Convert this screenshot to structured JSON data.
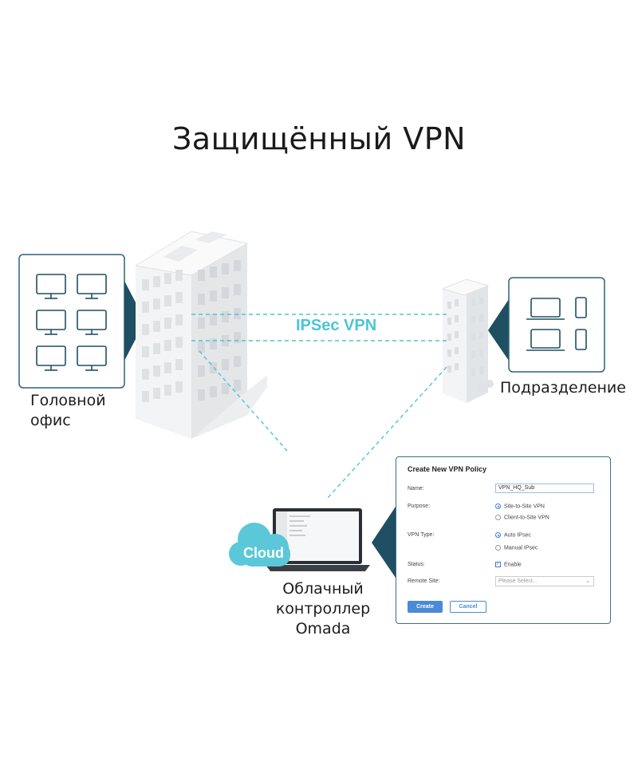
{
  "title": "Защищённый VPN",
  "labels": {
    "head_office_line1": "Головной",
    "head_office_line2": "офис",
    "branch": "Подразделение",
    "controller_line1": "Облачный",
    "controller_line2": "контроллер",
    "controller_line3": "Omada",
    "tunnel": "IPSec VPN",
    "cloud": "Cloud"
  },
  "icons": {
    "head_office_devices": "desktop-computer-icon x6",
    "branch_devices": [
      "laptop-icon",
      "smartphone-icon",
      "laptop-icon",
      "smartphone-icon"
    ]
  },
  "colors": {
    "accent": "#4cc4d8",
    "dark_teal": "#1f4f63",
    "frame": "#2f6278",
    "building": "#f1f2f3"
  },
  "vpn_form": {
    "title": "Create New VPN Policy",
    "name_label": "Name:",
    "name_value": "VPN_HQ_Sub",
    "purpose_label": "Purpose:",
    "purpose_options": [
      "Site-to-Site VPN",
      "Client-to-Site VPN"
    ],
    "purpose_selected": "Site-to-Site VPN",
    "type_label": "VPN Type:",
    "type_options": [
      "Auto IPsec",
      "Manual IPsec"
    ],
    "type_selected": "Auto IPsec",
    "status_label": "Status:",
    "status_value": "Enable",
    "remote_label": "Remote Site:",
    "remote_placeholder": "Please Select...",
    "create_button": "Create",
    "cancel_button": "Cancel"
  }
}
